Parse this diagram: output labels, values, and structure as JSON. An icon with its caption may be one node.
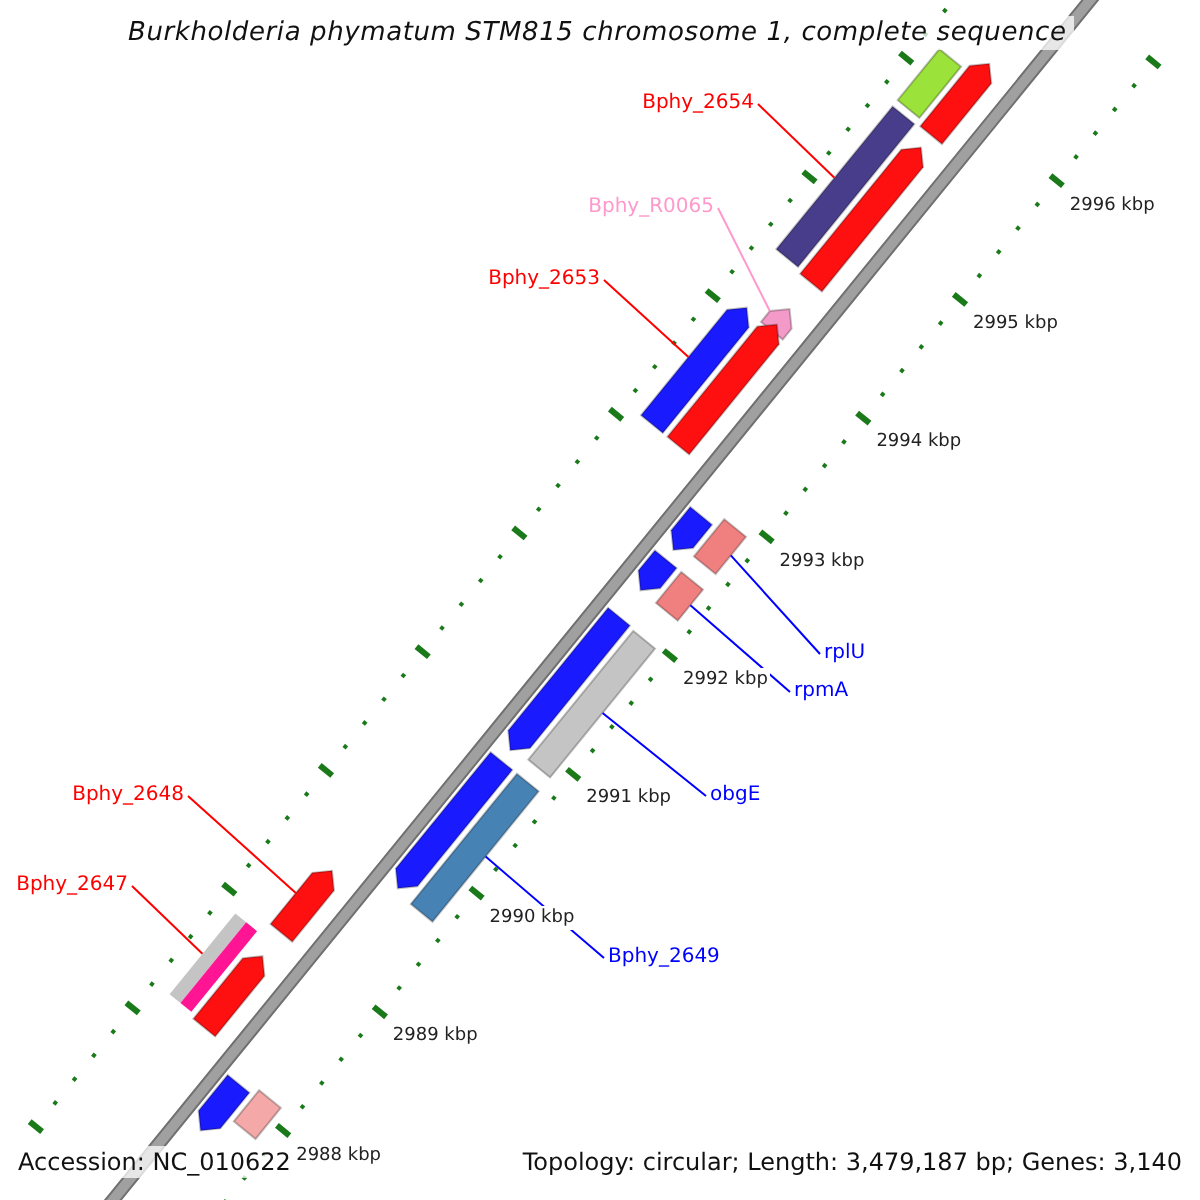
{
  "diagram": {
    "title": "Burkholderia phymatum STM815 chromosome 1, complete sequence",
    "nodes": [
      {
        "text": [
          "Bphy_2654"
        ]
      },
      {
        "text": [
          "Bphy_R0065"
        ]
      },
      {
        "text": [
          "Bphy_2653"
        ]
      },
      {
        "text": [
          "rplU"
        ]
      },
      {
        "text": [
          "rpmA"
        ]
      },
      {
        "text": [
          "obgE"
        ]
      },
      {
        "text": [
          "Bphy_2648"
        ]
      },
      {
        "text": [
          "Bphy_2647"
        ]
      },
      {
        "text": [
          "Bphy_2649"
        ]
      },
      {
        "text": [],
        "shape": "bar"
      },
      {
        "text": [],
        "shape": "arrow"
      },
      {
        "text": [],
        "shape": "arrow"
      },
      {
        "text": [],
        "shape": "bar"
      },
      {
        "text": [],
        "shape": "bar"
      },
      {
        "text": [],
        "shape": "bar"
      },
      {
        "text": [],
        "shape": "arrow"
      },
      {
        "text": [],
        "shape": "bar"
      },
      {
        "text": [],
        "shape": "bar"
      },
      {
        "text": [],
        "shape": "bar"
      },
      {
        "text": [],
        "shape": "arrow"
      },
      {
        "text": [],
        "shape": "arrow"
      },
      {
        "text": [],
        "shape": "arrow"
      },
      {
        "text": [],
        "shape": "arrow"
      },
      {
        "text": [],
        "shape": "arrow"
      },
      {
        "text": [],
        "shape": "arrow"
      },
      {
        "text": [],
        "shape": "arrow"
      },
      {
        "text": [],
        "shape": "arrow"
      },
      {
        "text": [],
        "shape": "arrow"
      },
      {
        "text": [],
        "shape": "bar"
      }
    ],
    "edges": [
      {
        "from": 0,
        "to": 9,
        "arrow": "none"
      },
      {
        "from": 1,
        "to": 10,
        "arrow": "none",
        "color": "#ff99cc"
      },
      {
        "from": 2,
        "to": 11,
        "arrow": "none"
      },
      {
        "from": 3,
        "to": 12,
        "arrow": "none",
        "color": "#0000ff"
      },
      {
        "from": 4,
        "to": 13,
        "arrow": "none",
        "color": "#0000ff"
      },
      {
        "from": 5,
        "to": 14,
        "arrow": "none",
        "color": "#0000ff"
      },
      {
        "from": 6,
        "to": 15,
        "arrow": "none"
      },
      {
        "from": 7,
        "to": 16,
        "arrow": "none"
      },
      {
        "from": 8,
        "to": 17,
        "arrow": "none",
        "color": "#0000ff"
      }
    ],
    "labels": [
      "2996 kbp",
      "2995 kbp",
      "2994 kbp",
      "2993 kbp",
      "2992 kbp",
      "2991 kbp",
      "2990 kbp",
      "2989 kbp",
      "2988 kbp",
      "Accession: NC_010622",
      "Topology: circular; Length: 3,479,187 bp; Genes: 3,140"
    ]
  }
}
